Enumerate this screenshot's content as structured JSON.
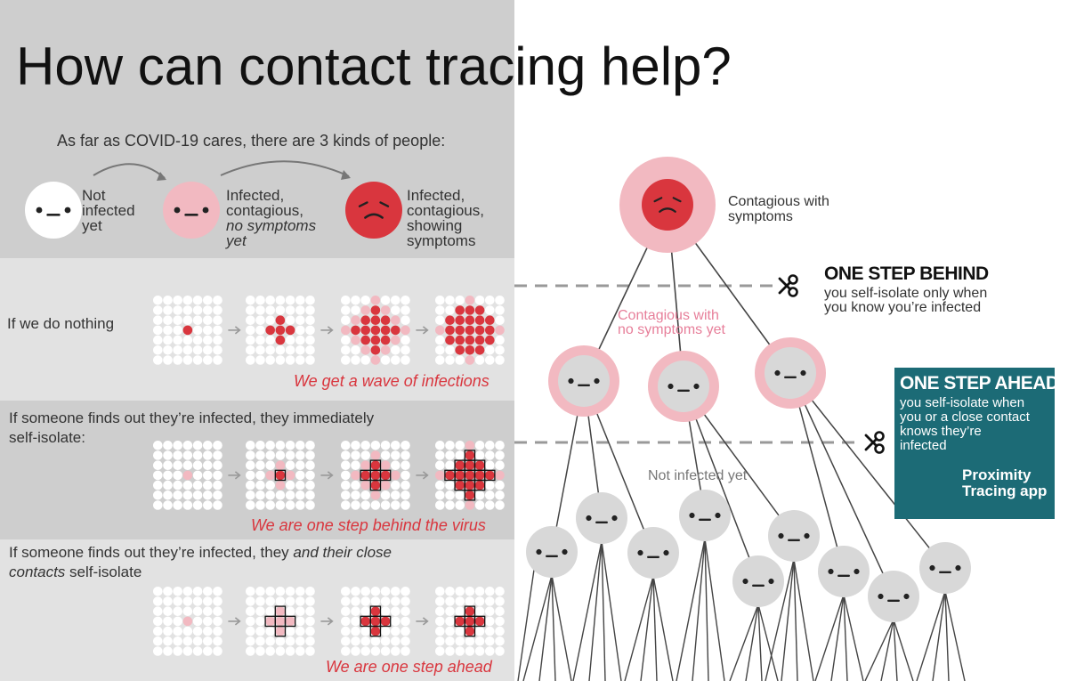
{
  "title": "How can contact tracing help?",
  "intro": "As far as COVID-19 cares, there are 3 kinds of people:",
  "kinds": [
    {
      "lines": [
        "Not",
        "infected",
        "yet"
      ],
      "state": "healthy"
    },
    {
      "lines": [
        "Infected,",
        "contagious,",
        "no symptoms",
        "yet"
      ],
      "state": "contagious"
    },
    {
      "lines": [
        "Infected,",
        "contagious,",
        "showing",
        "symptoms"
      ],
      "state": "symptomatic"
    }
  ],
  "scenarios": [
    {
      "label_lines": [
        "If we do nothing"
      ],
      "caption": "We get a wave of infections",
      "steps": [
        {
          "pink": [],
          "red": [
            [
              3,
              3
            ]
          ],
          "boxed": []
        },
        {
          "pink": [],
          "red": [
            [
              3,
              3
            ],
            [
              2,
              3
            ],
            [
              4,
              3
            ],
            [
              3,
              2
            ],
            [
              3,
              4
            ]
          ],
          "boxed": []
        },
        {
          "pink": [
            [
              3,
              0
            ],
            [
              0,
              3
            ],
            [
              6,
              3
            ],
            [
              3,
              6
            ],
            [
              1,
              2
            ],
            [
              2,
              1
            ],
            [
              4,
              1
            ],
            [
              5,
              2
            ],
            [
              1,
              4
            ],
            [
              2,
              5
            ],
            [
              4,
              5
            ],
            [
              5,
              4
            ]
          ],
          "red": [
            [
              3,
              3
            ],
            [
              2,
              3
            ],
            [
              4,
              3
            ],
            [
              3,
              2
            ],
            [
              3,
              4
            ],
            [
              1,
              3
            ],
            [
              5,
              3
            ],
            [
              3,
              1
            ],
            [
              3,
              5
            ],
            [
              2,
              2
            ],
            [
              2,
              4
            ],
            [
              4,
              2
            ],
            [
              4,
              4
            ]
          ],
          "boxed": []
        },
        {
          "pink": [
            [
              3,
              0
            ],
            [
              0,
              3
            ],
            [
              6,
              3
            ],
            [
              3,
              6
            ]
          ],
          "red": [
            [
              3,
              3
            ],
            [
              2,
              3
            ],
            [
              4,
              3
            ],
            [
              3,
              2
            ],
            [
              3,
              4
            ],
            [
              1,
              3
            ],
            [
              5,
              3
            ],
            [
              3,
              1
            ],
            [
              3,
              5
            ],
            [
              2,
              2
            ],
            [
              2,
              4
            ],
            [
              4,
              2
            ],
            [
              4,
              4
            ],
            [
              1,
              2
            ],
            [
              2,
              1
            ],
            [
              4,
              1
            ],
            [
              5,
              2
            ],
            [
              1,
              4
            ],
            [
              2,
              5
            ],
            [
              4,
              5
            ],
            [
              5,
              4
            ]
          ],
          "boxed": []
        }
      ]
    },
    {
      "label_lines": [
        "If someone finds out they’re infected, they immediately",
        "self-isolate:"
      ],
      "caption": "We are one step behind the virus",
      "steps": [
        {
          "pink": [
            [
              3,
              3
            ]
          ],
          "red": [],
          "boxed": []
        },
        {
          "pink": [
            [
              2,
              3
            ],
            [
              4,
              3
            ],
            [
              3,
              2
            ],
            [
              3,
              4
            ]
          ],
          "red": [
            [
              3,
              3
            ]
          ],
          "boxed": [
            [
              3,
              3
            ]
          ]
        },
        {
          "pink": [
            [
              1,
              3
            ],
            [
              5,
              3
            ],
            [
              3,
              1
            ],
            [
              3,
              5
            ],
            [
              2,
              2
            ],
            [
              2,
              4
            ],
            [
              4,
              2
            ],
            [
              4,
              4
            ]
          ],
          "red": [
            [
              3,
              3
            ],
            [
              2,
              3
            ],
            [
              4,
              3
            ],
            [
              3,
              2
            ],
            [
              3,
              4
            ]
          ],
          "boxed": [
            [
              3,
              3
            ],
            [
              2,
              3
            ],
            [
              4,
              3
            ],
            [
              3,
              2
            ],
            [
              3,
              4
            ]
          ]
        },
        {
          "pink": [
            [
              3,
              0
            ],
            [
              0,
              3
            ],
            [
              6,
              3
            ],
            [
              3,
              6
            ]
          ],
          "red": [
            [
              3,
              3
            ],
            [
              2,
              3
            ],
            [
              4,
              3
            ],
            [
              3,
              2
            ],
            [
              3,
              4
            ],
            [
              1,
              3
            ],
            [
              5,
              3
            ],
            [
              3,
              1
            ],
            [
              3,
              5
            ],
            [
              2,
              2
            ],
            [
              2,
              4
            ],
            [
              4,
              2
            ],
            [
              4,
              4
            ]
          ],
          "boxed": [
            [
              3,
              3
            ],
            [
              2,
              3
            ],
            [
              4,
              3
            ],
            [
              3,
              2
            ],
            [
              3,
              4
            ],
            [
              1,
              3
            ],
            [
              5,
              3
            ],
            [
              3,
              1
            ],
            [
              3,
              5
            ],
            [
              2,
              2
            ],
            [
              2,
              4
            ],
            [
              4,
              2
            ],
            [
              4,
              4
            ]
          ]
        }
      ]
    },
    {
      "label_lines": [
        "If someone finds out they’re infected, they <i>and their close</i>",
        "<i>contacts</i> self-isolate"
      ],
      "caption": "We are one step ahead",
      "steps": [
        {
          "pink": [
            [
              3,
              3
            ]
          ],
          "red": [],
          "boxed": []
        },
        {
          "pink": [
            [
              3,
              3
            ],
            [
              2,
              3
            ],
            [
              4,
              3
            ],
            [
              3,
              2
            ],
            [
              3,
              4
            ]
          ],
          "red": [],
          "boxed": [
            [
              3,
              3
            ],
            [
              2,
              3
            ],
            [
              4,
              3
            ],
            [
              3,
              2
            ],
            [
              3,
              4
            ]
          ]
        },
        {
          "pink": [],
          "red": [
            [
              3,
              3
            ],
            [
              2,
              3
            ],
            [
              4,
              3
            ],
            [
              3,
              2
            ],
            [
              3,
              4
            ]
          ],
          "boxed": [
            [
              3,
              3
            ],
            [
              2,
              3
            ],
            [
              4,
              3
            ],
            [
              3,
              2
            ],
            [
              3,
              4
            ]
          ]
        },
        {
          "pink": [],
          "red": [
            [
              3,
              3
            ],
            [
              2,
              3
            ],
            [
              4,
              3
            ],
            [
              3,
              2
            ],
            [
              3,
              4
            ]
          ],
          "boxed": [
            [
              3,
              3
            ],
            [
              2,
              3
            ],
            [
              4,
              3
            ],
            [
              3,
              2
            ],
            [
              3,
              4
            ]
          ]
        }
      ]
    }
  ],
  "tree": {
    "top_label_lines": [
      "Contagious with",
      "symptoms"
    ],
    "mid_label_lines": [
      "Contagious with",
      "no symptoms yet"
    ],
    "bottom_label": "Not infected yet"
  },
  "behind": {
    "heading": "ONE STEP BEHIND",
    "text_lines": [
      "you self-isolate only when",
      "you know you’re infected"
    ]
  },
  "ahead": {
    "heading": "ONE STEP AHEAD",
    "text_lines": [
      "you self-isolate when",
      "you or a close contact",
      "knows they’re",
      "infected"
    ],
    "app_lines": [
      "Proximity",
      "Tracing app"
    ]
  },
  "colors": {
    "panel_dark": "#cecece",
    "panel_light": "#e2e2e2",
    "red": "#d9363e",
    "pink": "#f2b9c1",
    "face_grey": "#d8d8d8",
    "ahead_bg": "#1c6b76",
    "caption_red": "#d9363e"
  }
}
